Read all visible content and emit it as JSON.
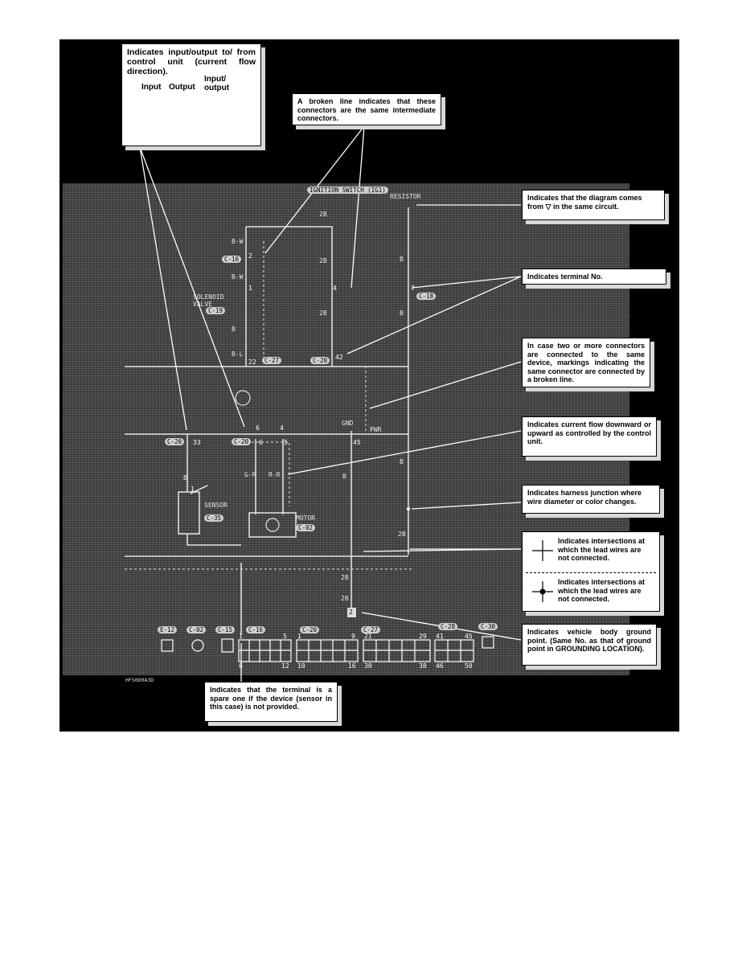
{
  "callouts": {
    "io": {
      "text": "Indicates input/output to/ from control unit (current flow direction).",
      "input_label": "Input",
      "output_label": "Output",
      "io_label": "Input/ output"
    },
    "broken_line": "A broken line indicates that these connectors are the same intermediate connectors.",
    "comes_from": {
      "before": "Indicates that the diagram comes from",
      "after": "in the same circuit."
    },
    "terminal_no": "Indicates terminal No.",
    "two_connectors": "In case two or more connectors are connected to the same device, markings indicating the same connector are connected by a broken line.",
    "current_flow": "Indicates current flow downward or upward as controlled by the control unit.",
    "harness_junction": "Indicates harness junction where wire diameter or color changes.",
    "intersect_not_connected": "Indicates intersections at which the lead wires are not connected.",
    "intersect_connected": "Indicates intersections at which the lead wires are not connected.",
    "ground_point": "Indicates vehicle body ground point. (Same No. as that of ground point in GROUNDING LOCATION).",
    "spare_terminal": "Indicates that the terminal is a spare one if the device (sensor in this case) is not provided."
  },
  "diagram": {
    "ignition_switch": "IGNITION SWITCH (IG1)",
    "resistor": "RESISTOR",
    "solenoid_valve": "SOLENOID VALVE",
    "sensor": "SENSOR",
    "motor": "MOTOR",
    "gnd": "GND",
    "pwr": "PWR",
    "wire_colors": {
      "w2b": "2B",
      "bw1": "B-W",
      "bw2": "B-W",
      "w2b_2": "2B",
      "b1": "B",
      "b2": "B",
      "w2b_3": "2B",
      "bl1": "B-L",
      "b3": "B",
      "b4": "B",
      "gr": "G-R",
      "rr": "R-R",
      "b5": "B",
      "w2b_4": "2B",
      "b6": "B",
      "w2b_5": "2B",
      "w2b_6": "2B"
    },
    "connectors": {
      "c16a": "C-16",
      "c18": "C-18",
      "c19": "C-19",
      "c27": "C-27",
      "c20a": "C-20",
      "c20b": "C-20",
      "c20c": "C-20",
      "c35": "C-35",
      "c02": "C-02"
    },
    "pins": {
      "p2": "2",
      "p1": "1",
      "p22": "22",
      "p4": "4",
      "p7": "7",
      "p42": "42",
      "p33": "33",
      "p6": "6",
      "p5": "5",
      "p45": "45",
      "p1b": "1",
      "p6b": "6",
      "p4b": "4"
    },
    "ground_number": "2",
    "figure_code": "HFS0D0A3D"
  },
  "connector_table": {
    "labels": [
      "E-12",
      "C-02",
      "C-15",
      "C-16",
      "C-20",
      "C-27",
      "C-28",
      "C-30"
    ],
    "blocks": [
      {
        "tl": "1",
        "tr": "5",
        "bl": "6",
        "br": "12"
      },
      {
        "tl": "1",
        "tr": "9",
        "bl": "10",
        "br": "16"
      },
      {
        "tl": "21",
        "tr": "29",
        "bl": "30",
        "br": "38"
      },
      {
        "tl": "41",
        "tr": "45",
        "bl": "46",
        "br": "50"
      }
    ]
  }
}
